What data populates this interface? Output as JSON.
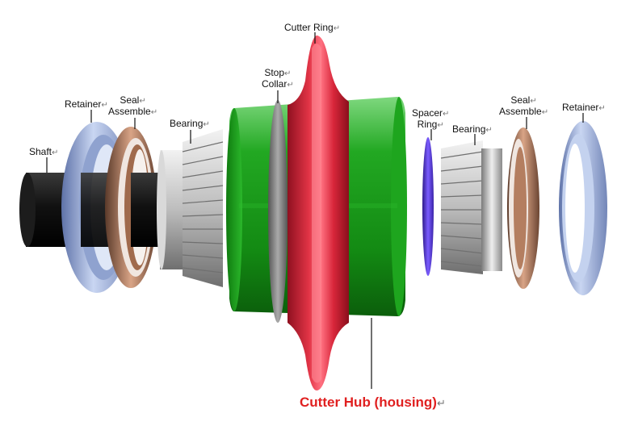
{
  "title": "Cutter Hub (housing)",
  "return_mark": "↵",
  "labels": {
    "cutter_ring": "Cutter Ring",
    "stop_collar_1": "Stop",
    "stop_collar_2": "Collar",
    "shaft": "Shaft",
    "retainer_left": "Retainer",
    "seal_left_1": "Seal",
    "seal_left_2": "Assemble",
    "bearing_left": "Bearing",
    "spacer_1": "Spacer",
    "spacer_2": "Ring",
    "bearing_right": "Bearing",
    "seal_right_1": "Seal",
    "seal_right_2": "Assemble",
    "retainer_right": "Retainer"
  },
  "colors": {
    "hub": "#1e9a1e",
    "cutter_ring": "#d8263a",
    "retainer": "#9fb2dc",
    "seal": "#b07a5a",
    "bearing": "#c9c9c9",
    "spacer_ring": "#5a3cc8",
    "shaft": "#111111",
    "leader_line": "#111111",
    "hub_label": "#e02020"
  }
}
